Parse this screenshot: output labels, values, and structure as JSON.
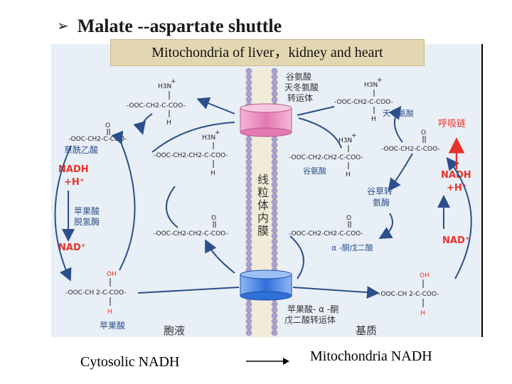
{
  "title": "Malate --aspartate shuttle",
  "banner": "Mitochondria of liver，kidney and heart",
  "bottom": {
    "left": "Cytosolic   NADH",
    "right": "Mitochondria NADH"
  },
  "diagram": {
    "membrane_label": [
      "线",
      "粒",
      "体",
      "内",
      "膜"
    ],
    "transporter_top": [
      "谷氨酸",
      "天冬氨酸",
      "转运体"
    ],
    "transporter_bottom": [
      "苹果酸- α -酮",
      "戊二酸转运体"
    ],
    "cytosol_label": "胞液",
    "matrix_label": "基质",
    "resp_chain": "呼吸链",
    "oxaloacetate": "草酰乙酸",
    "malate": "苹果酸",
    "malate_dh": [
      "苹果酸",
      "脱氢酶"
    ],
    "aspartate": "天冬氨酸",
    "glutamate": "谷氨酸",
    "transaminase": [
      "谷草转",
      "氨酶"
    ],
    "akg": "α -酮戊二酸",
    "nadh_h": [
      "NADH",
      "+H⁺"
    ],
    "nad": "NAD⁺",
    "f_amine": "H3N",
    "f_plus": "+",
    "f_h": "H",
    "f_asp": "-OOC-CH2-C-COO-",
    "f_glu": "-OOC-CH2-CH2-C-COO-",
    "f_oaa": "-OOC-CH2-C-COO-",
    "f_o": "O",
    "f_oh": "OH",
    "f_akg": "-OOC-CH2-CH2-C-COO-",
    "f_mal": "-OOC-CH 2-C-COO-"
  },
  "colors": {
    "nad": "#e8322b",
    "arrow": "#2b4f8c",
    "membrane": "#a9a2cf",
    "transporter_top": "#e999c6",
    "transporter_bottom": "#4d86e0",
    "banner": "#e3d7b2"
  }
}
